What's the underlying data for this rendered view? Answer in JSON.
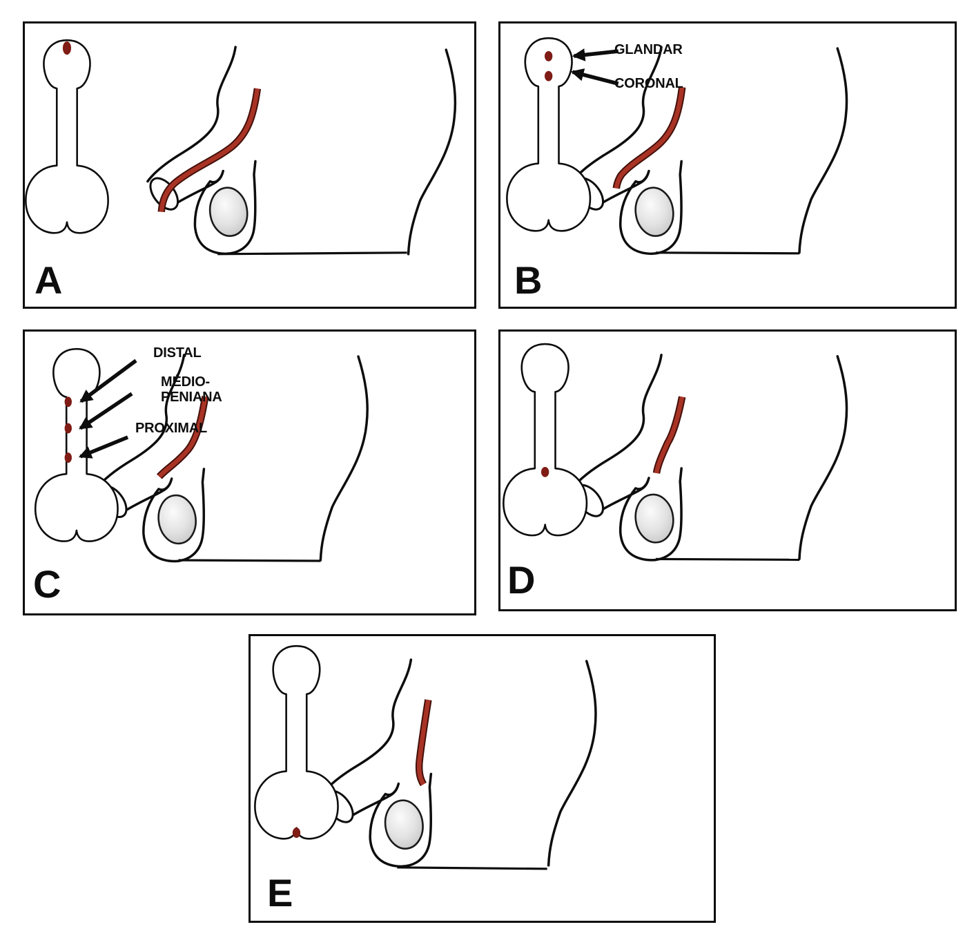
{
  "panels": [
    {
      "letter": "A",
      "annotations": []
    },
    {
      "letter": "B",
      "annotations": [
        {
          "label": "GLANDAR"
        },
        {
          "label": "CORONAL"
        }
      ]
    },
    {
      "letter": "C",
      "annotations": [
        {
          "label": "DISTAL"
        },
        {
          "label": "MÉDIO-",
          "label2": "PENIANA"
        },
        {
          "label": "PROXIMAL"
        }
      ]
    },
    {
      "letter": "D",
      "annotations": []
    },
    {
      "letter": "E",
      "annotations": []
    }
  ],
  "colors": {
    "ink": "#0d0d0d",
    "urethra_red": "#a83325",
    "urethra_edge": "#43100a",
    "meatus_dot": "#7e1c15",
    "panel_border": "#0a0a0a",
    "background": "#ffffff"
  }
}
